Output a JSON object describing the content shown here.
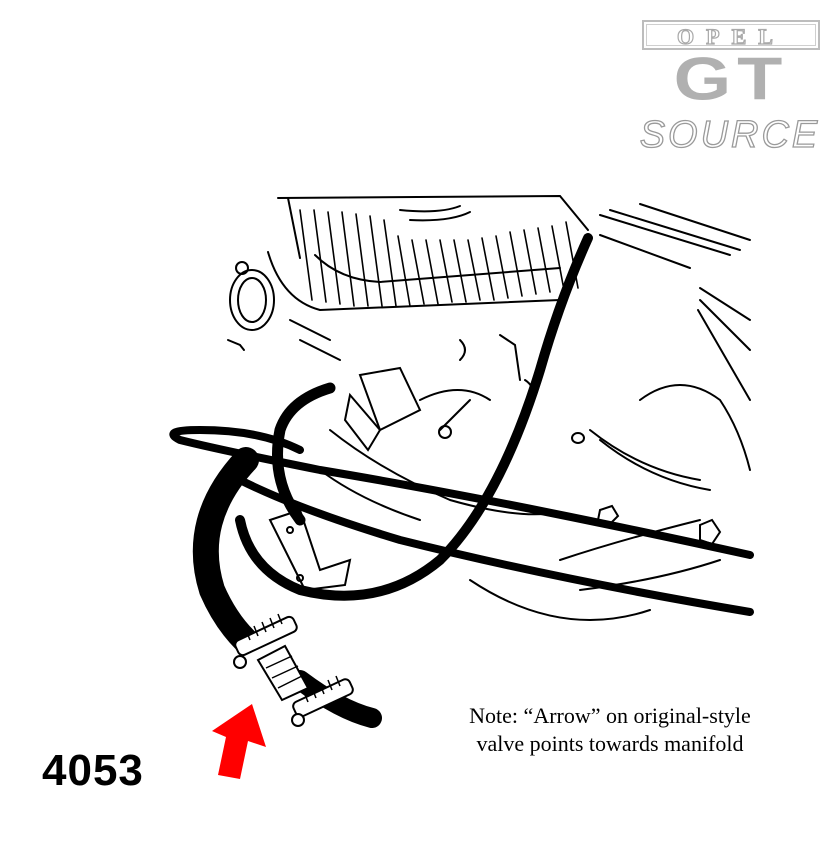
{
  "logo": {
    "top_text": "OPEL",
    "main_text": "GT",
    "bottom_text": "SOURCE",
    "color": "#b0b0b0"
  },
  "illustration": {
    "subject": "engine-vacuum-hose-diagram",
    "icon": "engine-line-drawing",
    "arrow_icon": "red-arrow-icon",
    "arrow_color": "#ff0000"
  },
  "note": {
    "line1": "Note: “Arrow” on original-style",
    "line2": "valve points towards manifold"
  },
  "part_number": "4053"
}
